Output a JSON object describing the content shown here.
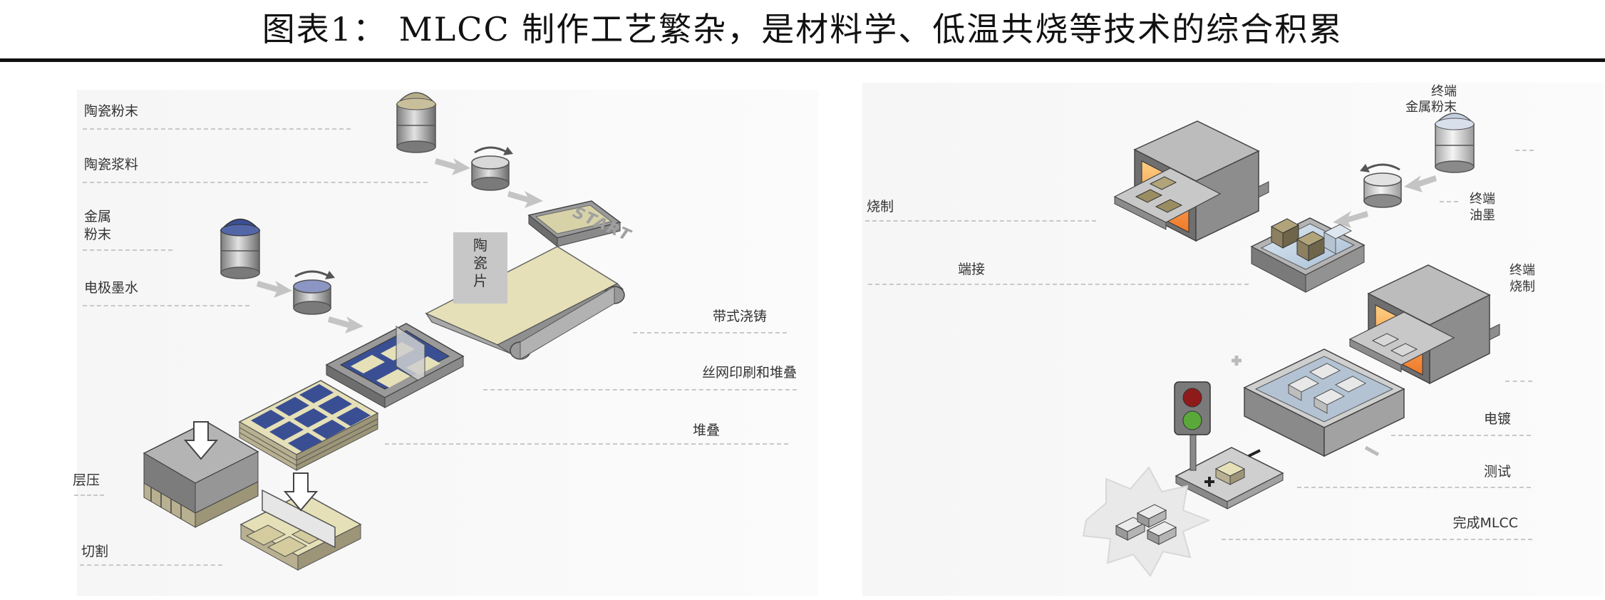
{
  "title": "图表1： MLCC 制作工艺繁杂，是材料学、低温共烧等技术的综合积累",
  "left_steps": {
    "ceramic_powder": "陶瓷粉末",
    "ceramic_slurry": "陶瓷浆料",
    "metal_powder": "金属\n粉末",
    "electrode_ink": "电极墨水",
    "ceramic_sheet": "陶\n瓷\n片",
    "start": "START",
    "tape_casting": "带式浇铸",
    "screen_print_stack": "丝网印刷和堆叠",
    "stacking": "堆叠",
    "lamination": "层压",
    "cutting": "切割"
  },
  "right_steps": {
    "termination_metal_powder": "终端\n金属粉末",
    "firing": "烧制",
    "termination_ink": "终端\n油墨",
    "termination": "端接",
    "termination_firing": "终端\n烧制",
    "plating": "电镀",
    "testing": "测试",
    "finished": "完成MLCC"
  },
  "colors": {
    "kiln_glow": "#f07828",
    "electrode_blue": "#3a4f93",
    "sheet_beige": "#e6e0b8",
    "body_grey": "#8a8a8a",
    "arrow_grey": "#c4c4c4"
  }
}
